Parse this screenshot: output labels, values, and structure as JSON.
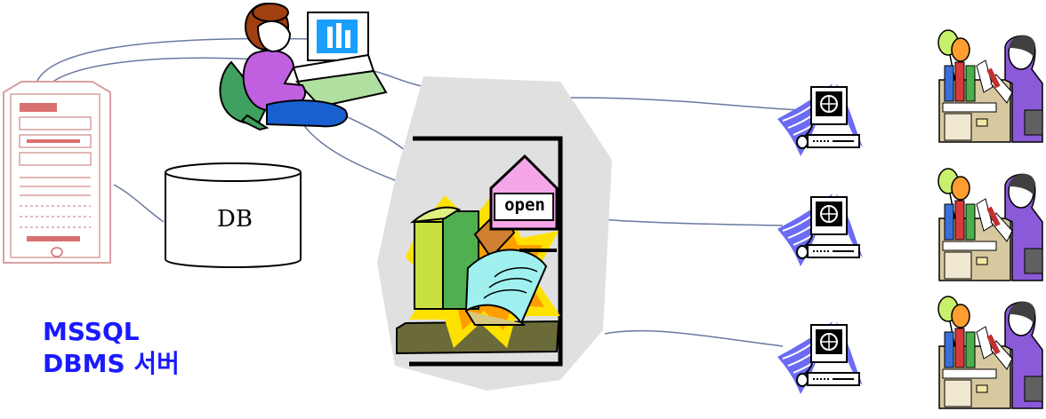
{
  "db_label": "DB",
  "sign_text": "open",
  "server_caption": [
    "MSSQL",
    "DBMS 서버"
  ],
  "colors": {
    "caption": "#1a1aff",
    "link_line": "#6a78a0",
    "server_outline": "#d9a0a0",
    "sign_pink": "#f4a6e8",
    "shop_gray": "#e0e0e0",
    "burst_yellow": "#ffe100",
    "burst_orange": "#ff9e00",
    "swoosh_blue": "#6b6bf5",
    "monitor_blue": "#1a9fff",
    "woman_purple": "#c060e0"
  },
  "icons": {
    "server": "server-tower-icon",
    "database": "database-cylinder-icon",
    "admin": "woman-at-computer-icon",
    "bookstore": "bookstore-open-sign-icon",
    "clients": [
      "client-terminal-icon",
      "client-terminal-icon",
      "client-terminal-icon"
    ],
    "customers": [
      "shopping-customer-icon",
      "shopping-customer-icon",
      "shopping-customer-icon"
    ]
  }
}
